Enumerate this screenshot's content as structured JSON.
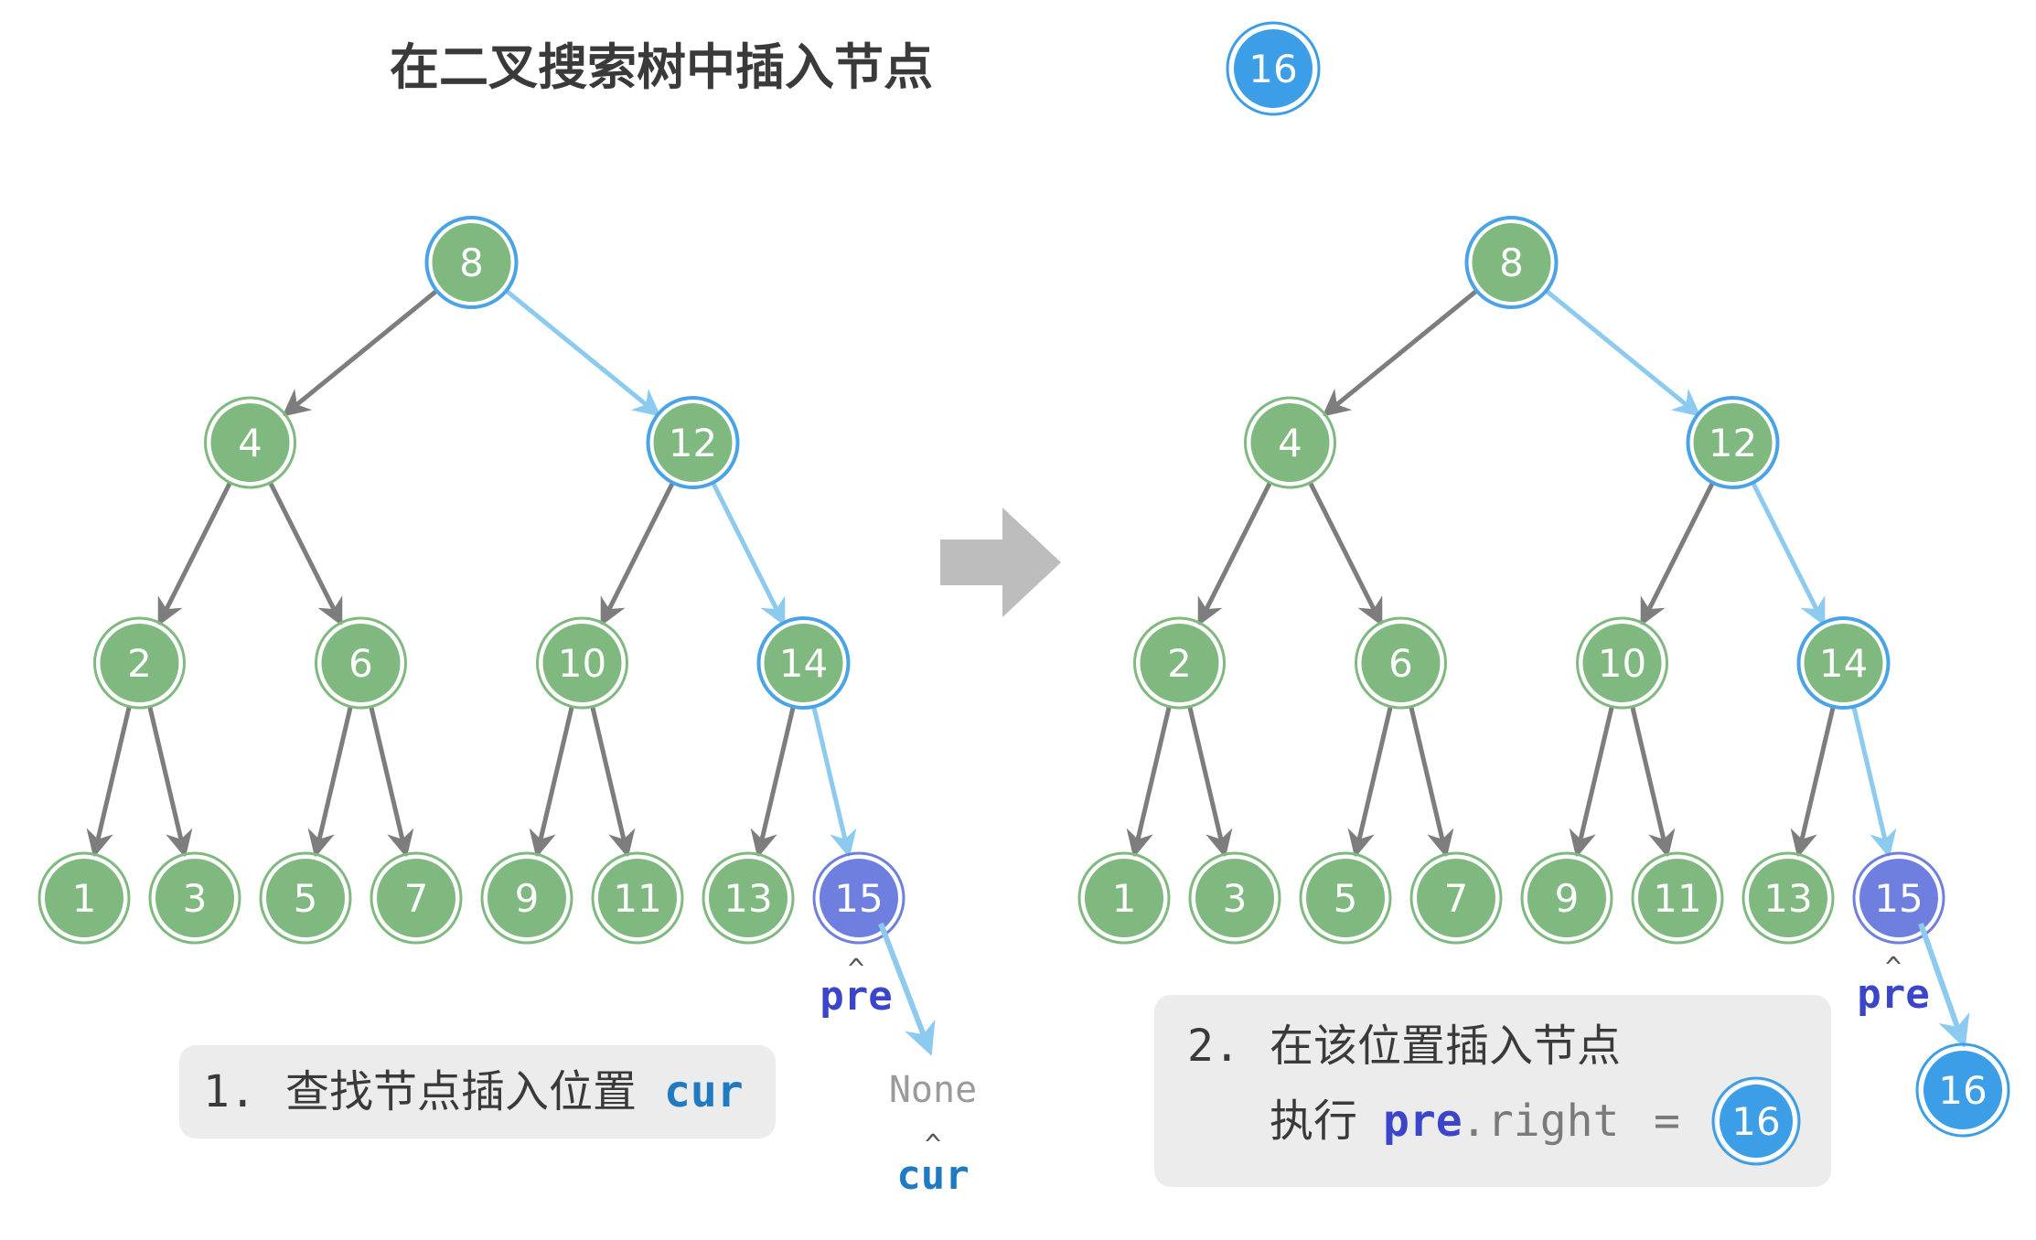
{
  "title": "在二叉搜索树中插入节点",
  "insert_value": "16",
  "colors": {
    "node_fill": "#7fb97f",
    "node_ring": "#5e9e5e",
    "path_fill": "#7fb97f",
    "path_ring": "#4aa3e6",
    "pre_fill": "#6f7fe0",
    "new_fill": "#3d9ee8",
    "edge": "#7d7d7d",
    "path_edge": "#8ccaf0",
    "arrow": "#bdbdbd",
    "caption_bg": "#ececec",
    "pre_color": "#3b45c9",
    "cur_color": "#1f7ac2"
  },
  "tree": {
    "nodes": [
      "8",
      "4",
      "12",
      "2",
      "6",
      "10",
      "14",
      "1",
      "3",
      "5",
      "7",
      "9",
      "11",
      "13",
      "15"
    ],
    "path": [
      "8",
      "12",
      "14"
    ],
    "pre": "15"
  },
  "left": {
    "caption_num": "1.",
    "caption_text": "查找节点插入位置",
    "caption_var": "cur",
    "pre_label": "pre",
    "cur_label": "cur",
    "none_label": "None",
    "caret": "^"
  },
  "right": {
    "caption_num": "2.",
    "caption_line1": "在该位置插入节点",
    "caption_line2_prefix": "执行",
    "caption_code_var": "pre",
    "caption_code_attr": ".right",
    "caption_code_eq": "=",
    "caption_value": "16",
    "pre_label": "pre",
    "new_node": "16",
    "caret": "^"
  }
}
